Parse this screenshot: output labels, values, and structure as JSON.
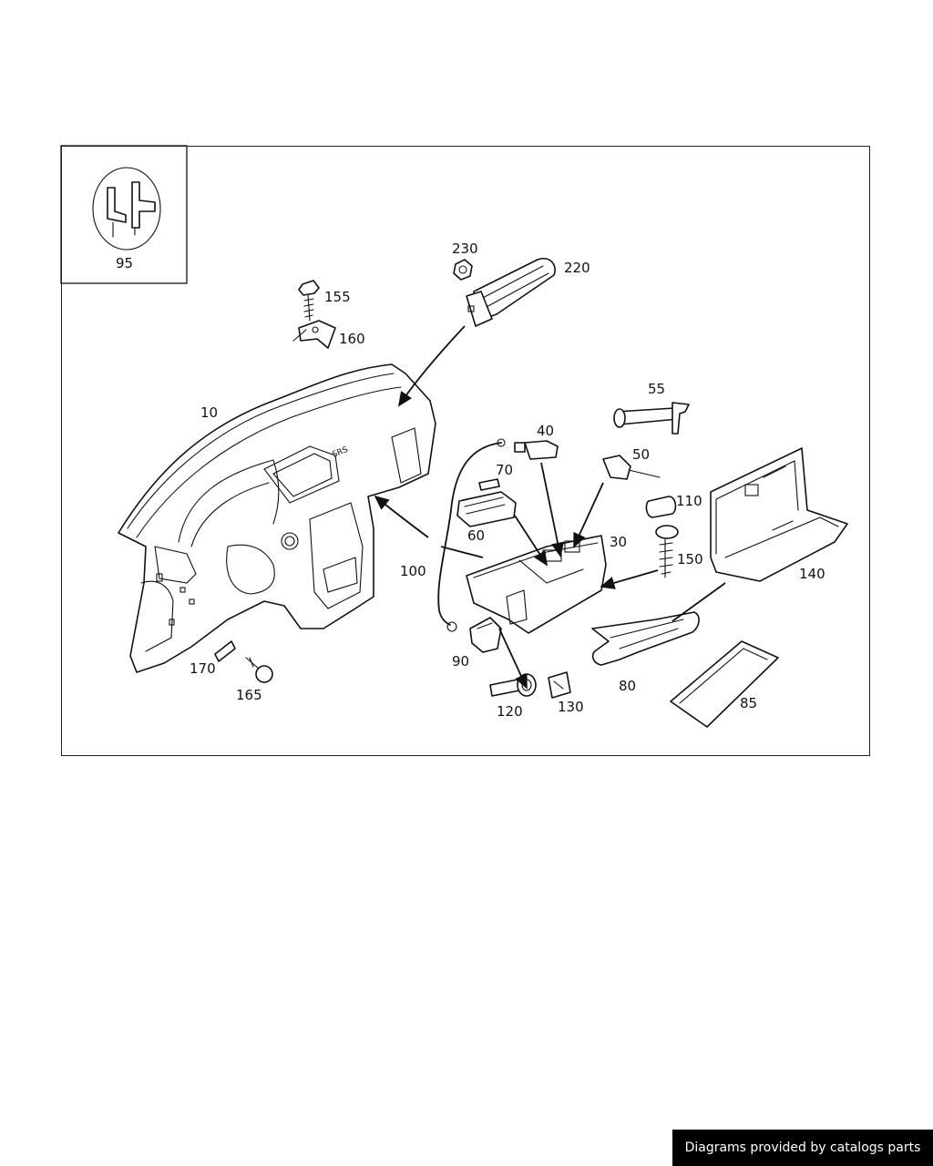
{
  "diagram": {
    "callouts": {
      "p10": "10",
      "p30": "30",
      "p40": "40",
      "p50": "50",
      "p55": "55",
      "p60": "60",
      "p70": "70",
      "p80": "80",
      "p85": "85",
      "p90": "90",
      "p95": "95",
      "p100": "100",
      "p110": "110",
      "p120": "120",
      "p130": "130",
      "p140": "140",
      "p150": "150",
      "p155": "155",
      "p160": "160",
      "p165": "165",
      "p170": "170",
      "p220": "220",
      "p230": "230"
    },
    "airbag_marking": "SRS"
  },
  "footer": {
    "credit": "Diagrams provided by catalogs parts"
  }
}
